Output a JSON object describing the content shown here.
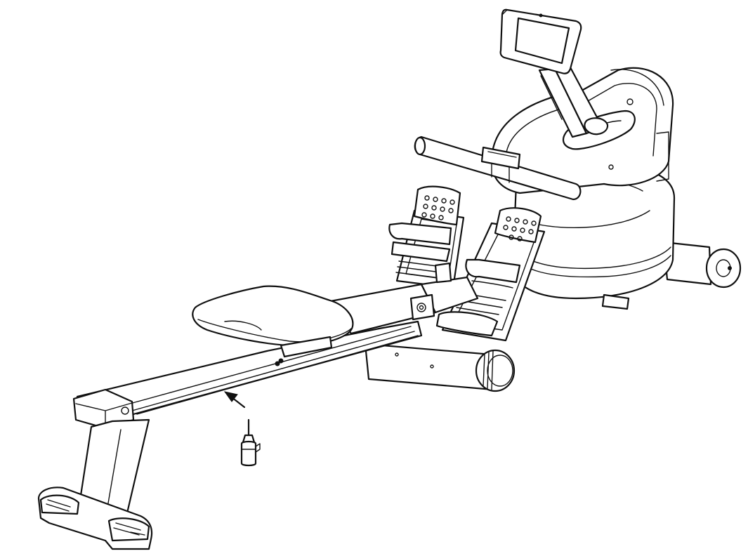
{
  "colors": {
    "line": "#111111",
    "background": "#ffffff"
  },
  "parts": [
    {
      "id": "monitor",
      "icon": "display-monitor"
    },
    {
      "id": "handlebar",
      "icon": "rowing-handle"
    },
    {
      "id": "water-tank",
      "icon": "water-tank"
    },
    {
      "id": "footrests",
      "icon": "foot-pedal"
    },
    {
      "id": "seat",
      "icon": "seat"
    },
    {
      "id": "rail",
      "icon": "slide-rail"
    },
    {
      "id": "rear-stabilizer",
      "icon": "stabilizer"
    },
    {
      "id": "transport-wheels",
      "icon": "wheel"
    },
    {
      "id": "lubricant-bottle",
      "icon": "oil-bottle"
    },
    {
      "id": "lubrication-arrow",
      "icon": "arrow"
    }
  ]
}
